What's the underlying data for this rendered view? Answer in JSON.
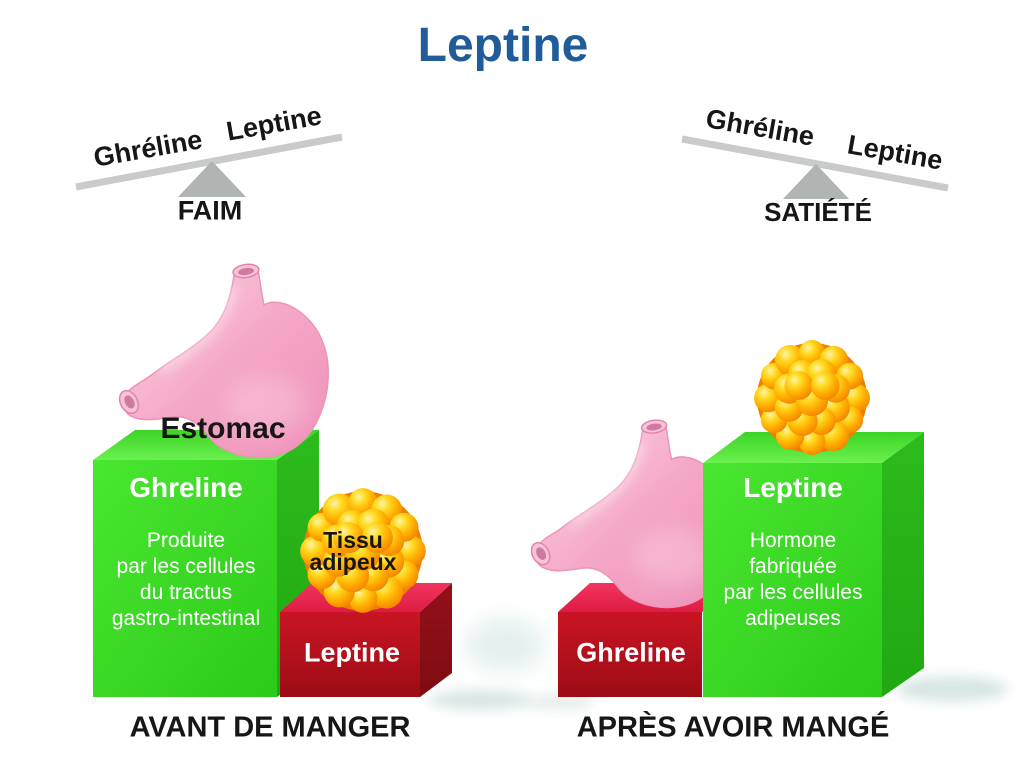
{
  "title": "Leptine",
  "palette": {
    "title_blue": "#1f5c99",
    "green_front": "#35d621",
    "red_front": "#c3141f",
    "stomach_pink": "#f6aecb",
    "fat_orange": "#ffaa00",
    "beam_gray": "#c9cbca",
    "fulcrum_gray": "#b0b4b3",
    "text_black": "#161616",
    "text_white": "#ffffff"
  },
  "balance_left": {
    "left_label": "Ghréline",
    "right_label": "Leptine",
    "state": "FAIM"
  },
  "balance_right": {
    "left_label": "Ghréline",
    "right_label": "Leptine",
    "state": "SATIÉTÉ"
  },
  "before": {
    "caption": "AVANT DE MANGER",
    "stomach_label": "Estomac",
    "ghrelin_block": {
      "title": "Ghreline",
      "lines": [
        "Produite",
        "par les cellules",
        "du tractus",
        "gastro-intestinal"
      ]
    },
    "fat_tissue_label": {
      "lines": [
        "Tissu",
        "adipeux"
      ]
    },
    "leptin_block": {
      "title": "Leptine"
    }
  },
  "after": {
    "caption": "APRÈS AVOIR MANGÉ",
    "ghrelin_block": {
      "title": "Ghreline"
    },
    "leptin_block": {
      "title": "Leptine",
      "lines": [
        "Hormone",
        "fabriquée",
        "par les cellules",
        "adipeuses"
      ]
    }
  }
}
